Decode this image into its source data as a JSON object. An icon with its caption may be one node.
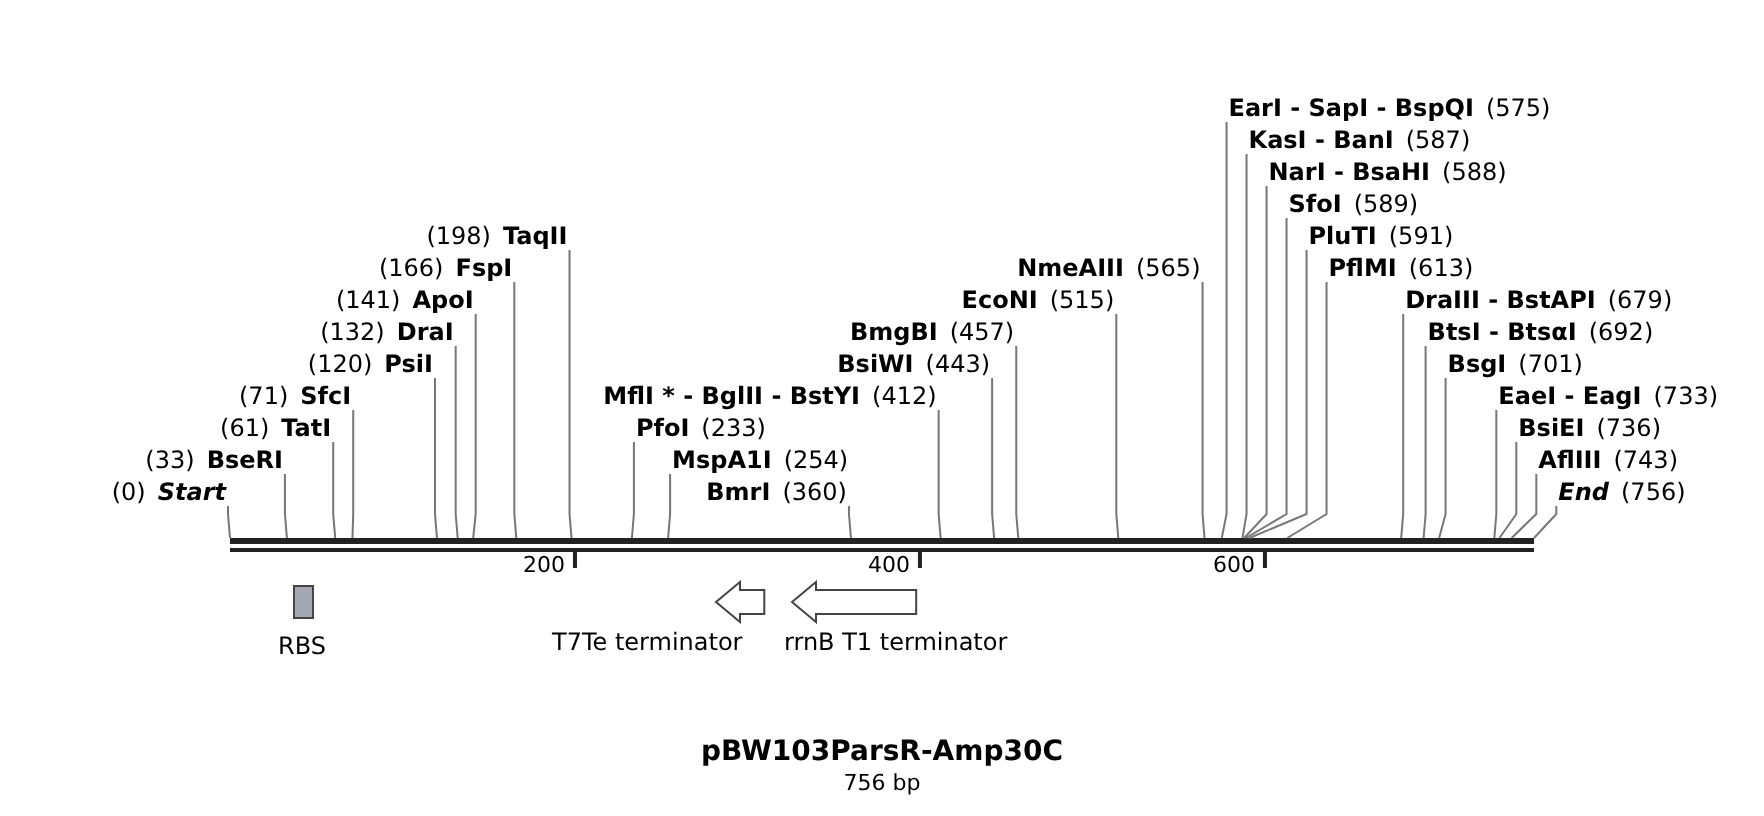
{
  "diagram": {
    "title": "pBW103ParsR-Amp30C",
    "caption": "756 bp",
    "nodes": [
      {
        "text": [
          "(0)",
          "Start"
        ]
      },
      {
        "text": [
          "(33)",
          "BseRI"
        ]
      },
      {
        "text": [
          "(61)",
          "TatI"
        ]
      },
      {
        "text": [
          "(71)",
          "SfcI"
        ]
      },
      {
        "text": [
          "(120)",
          "PsiI"
        ]
      },
      {
        "text": [
          "(132)",
          "DraI"
        ]
      },
      {
        "text": [
          "(141)",
          "ApoI"
        ]
      },
      {
        "text": [
          "(166)",
          "FspI"
        ]
      },
      {
        "text": [
          "(198)",
          "TaqII"
        ]
      },
      {
        "text": [
          "PfoI",
          "(233)"
        ]
      },
      {
        "text": [
          "MspA1I",
          "(254)"
        ]
      },
      {
        "text": [
          "BmrI",
          "(360)"
        ]
      },
      {
        "text": [
          "MflI * - BglII - BstYI",
          "(412)"
        ]
      },
      {
        "text": [
          "BsiWI",
          "(443)"
        ]
      },
      {
        "text": [
          "BmgBI",
          "(457)"
        ]
      },
      {
        "text": [
          "EcoNI",
          "(515)"
        ]
      },
      {
        "text": [
          "NmeAIII",
          "(565)"
        ]
      },
      {
        "text": [
          "EarI - SapI - BspQI",
          "(575)"
        ]
      },
      {
        "text": [
          "KasI - BanI",
          "(587)"
        ]
      },
      {
        "text": [
          "NarI - BsaHI",
          "(588)"
        ]
      },
      {
        "text": [
          "SfoI",
          "(589)"
        ]
      },
      {
        "text": [
          "PluTI",
          "(591)"
        ]
      },
      {
        "text": [
          "PflMI",
          "(613)"
        ]
      },
      {
        "text": [
          "DraIII - BstAPI",
          "(679)"
        ]
      },
      {
        "text": [
          "BtsI - BtsαI",
          "(692)"
        ]
      },
      {
        "text": [
          "BsgI",
          "(701)"
        ]
      },
      {
        "text": [
          "EaeI - EagI",
          "(733)"
        ]
      },
      {
        "text": [
          "BsiEI",
          "(736)"
        ]
      },
      {
        "text": [
          "AflIII",
          "(743)"
        ]
      },
      {
        "text": [
          "End",
          "(756)"
        ]
      },
      {
        "text": [
          "RBS"
        ]
      },
      {
        "text": [
          "T7Te terminator"
        ]
      },
      {
        "text": [
          "rrnB T1 terminator"
        ]
      }
    ],
    "edges": [
      {
        "from": 0,
        "to": null,
        "arrow": "none"
      },
      {
        "from": 1,
        "to": null,
        "arrow": "none"
      },
      {
        "from": 2,
        "to": null,
        "arrow": "none"
      },
      {
        "from": 3,
        "to": null,
        "arrow": "none"
      },
      {
        "from": 4,
        "to": null,
        "arrow": "none"
      },
      {
        "from": 5,
        "to": null,
        "arrow": "none"
      },
      {
        "from": 6,
        "to": null,
        "arrow": "none"
      },
      {
        "from": 7,
        "to": null,
        "arrow": "none"
      },
      {
        "from": 8,
        "to": null,
        "arrow": "none"
      },
      {
        "from": 9,
        "to": null,
        "arrow": "none"
      },
      {
        "from": 10,
        "to": null,
        "arrow": "none"
      },
      {
        "from": 11,
        "to": null,
        "arrow": "none"
      },
      {
        "from": 12,
        "to": null,
        "arrow": "none"
      },
      {
        "from": 13,
        "to": null,
        "arrow": "none"
      },
      {
        "from": 14,
        "to": null,
        "arrow": "none"
      },
      {
        "from": 15,
        "to": null,
        "arrow": "none"
      },
      {
        "from": 16,
        "to": null,
        "arrow": "none"
      },
      {
        "from": 17,
        "to": null,
        "arrow": "none"
      },
      {
        "from": 18,
        "to": null,
        "arrow": "none"
      },
      {
        "from": 19,
        "to": null,
        "arrow": "none"
      },
      {
        "from": 20,
        "to": null,
        "arrow": "none"
      },
      {
        "from": 21,
        "to": null,
        "arrow": "none"
      },
      {
        "from": 22,
        "to": null,
        "arrow": "none"
      },
      {
        "from": 23,
        "to": null,
        "arrow": "none"
      },
      {
        "from": 24,
        "to": null,
        "arrow": "none"
      },
      {
        "from": 25,
        "to": null,
        "arrow": "none"
      },
      {
        "from": 26,
        "to": null,
        "arrow": "none"
      },
      {
        "from": 27,
        "to": null,
        "arrow": "none"
      },
      {
        "from": 28,
        "to": null,
        "arrow": "none"
      },
      {
        "from": 29,
        "to": null,
        "arrow": "none"
      }
    ],
    "labels": [
      "200",
      "400",
      "600"
    ]
  }
}
